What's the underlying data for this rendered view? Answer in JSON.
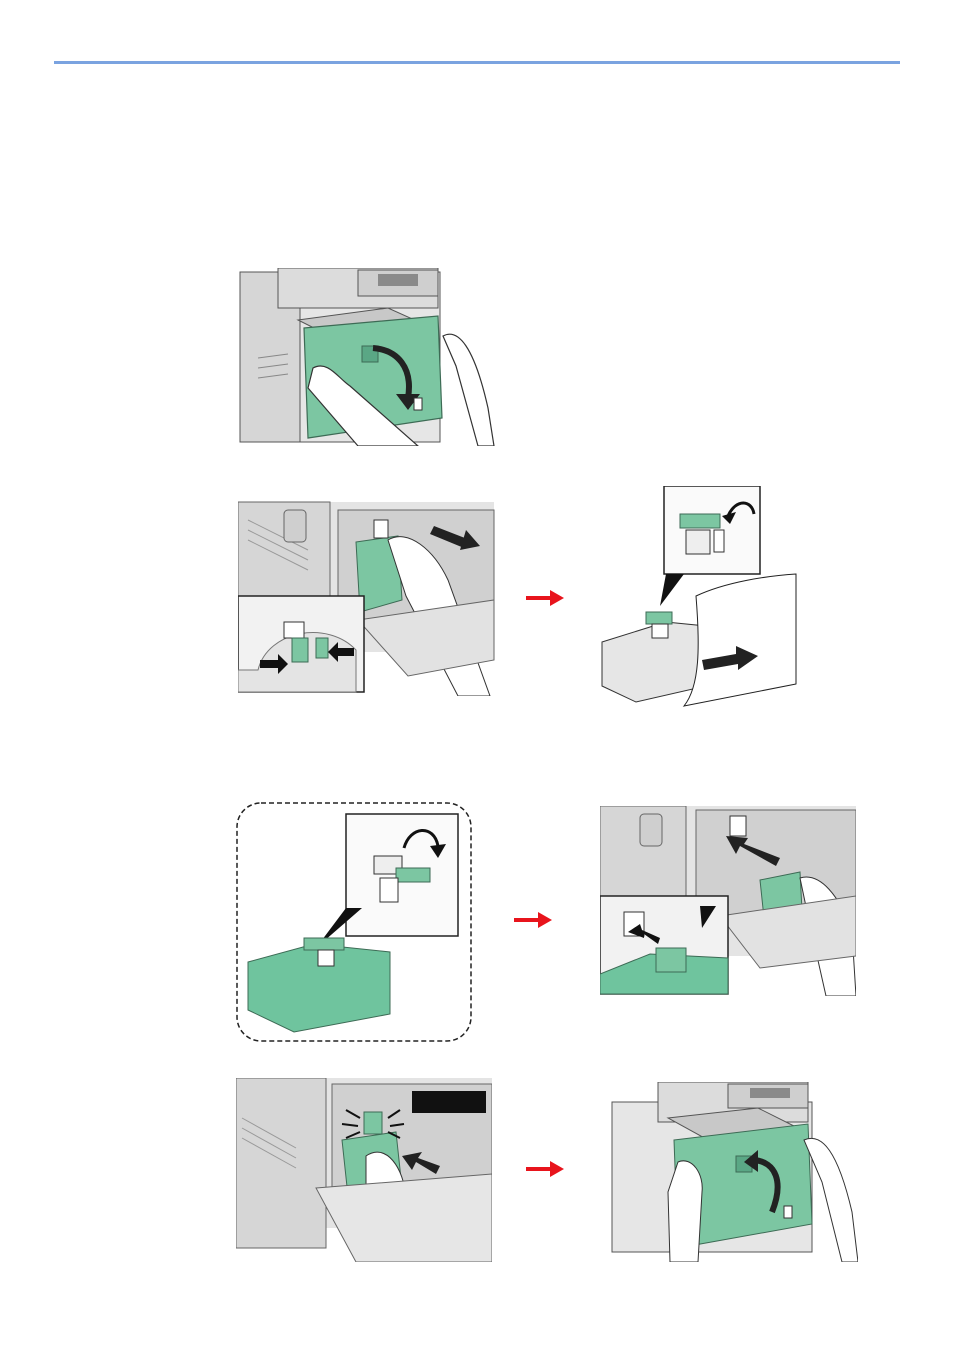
{
  "page": {
    "header_rule_color": "#7aa3e0",
    "accent_green": "#6fc49e",
    "step_arrow_color": "#e8141c"
  },
  "figures": [
    {
      "id": "step1",
      "icon": "open-front-cover"
    },
    {
      "id": "step2a",
      "icon": "press-tabs-remove-waste-box"
    },
    {
      "id": "step2b",
      "icon": "close-cap-put-in-bag"
    },
    {
      "id": "step3a",
      "icon": "open-cap-new-waste-box"
    },
    {
      "id": "step3b",
      "icon": "insert-waste-box"
    },
    {
      "id": "step4a",
      "icon": "push-in-until-click"
    },
    {
      "id": "step4b",
      "icon": "close-front-cover"
    }
  ]
}
